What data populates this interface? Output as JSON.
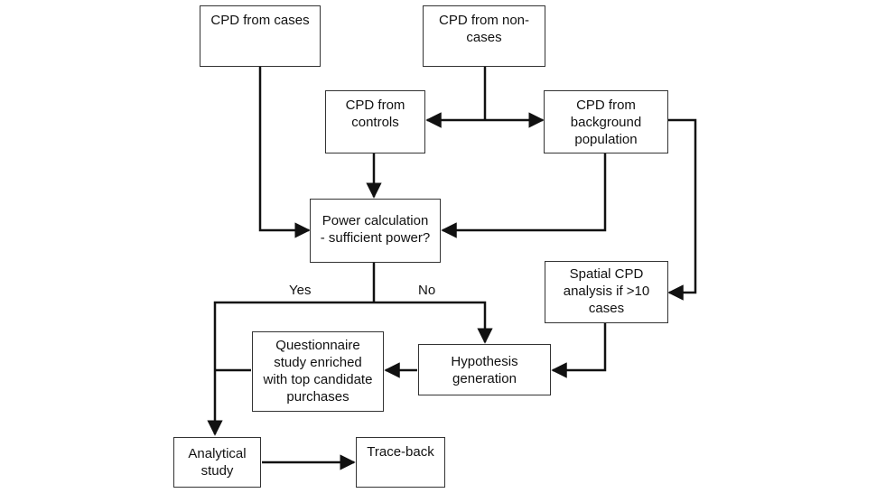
{
  "nodes": {
    "cases": "CPD from cases",
    "noncases": "CPD from non-\ncases",
    "controls": "CPD from\ncontrols",
    "background": "CPD from\nbackground\npopulation",
    "power": "Power calculation\n- sufficient power?",
    "spatial": "Spatial CPD\nanalysis if >10\ncases",
    "questionnaire": "Questionnaire\nstudy enriched\nwith top candidate\npurchases",
    "hypothesis": "Hypothesis\ngeneration",
    "analytical": "Analytical\nstudy",
    "traceback": "Trace-back"
  },
  "edge_labels": {
    "yes": "Yes",
    "no": "No"
  }
}
